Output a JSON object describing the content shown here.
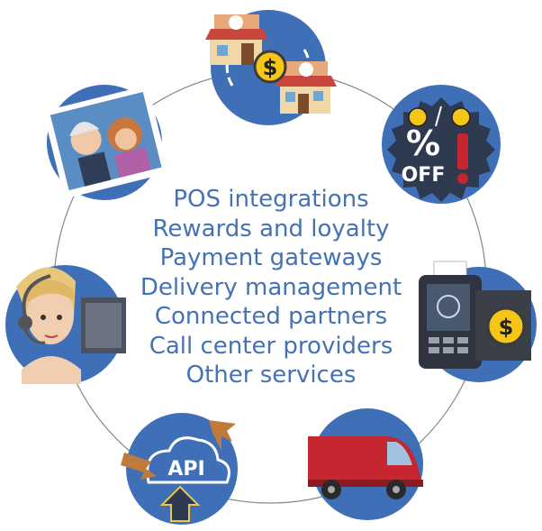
{
  "services": [
    "POS integrations",
    "Rewards and loyalty",
    "Payment gateways",
    "Delivery management",
    "Connected partners",
    "Call center providers",
    "Other services"
  ],
  "icons": {
    "restaurants": "restaurant-payments-icon",
    "discount": "discount-off-icon",
    "terminal": "payment-terminal-icon",
    "delivery": "delivery-van-icon",
    "api": "api-cloud-icon",
    "call_center": "call-center-agent-icon",
    "partners": "connected-partners-photo-icon"
  },
  "badges": {
    "percent_off": "%",
    "off_text": "OFF",
    "dollar": "$",
    "api_text": "API"
  },
  "colors": {
    "accent": "#4472b4",
    "circle_fill": "#3e6fb7",
    "ring_stroke": "#777777",
    "coin": "#f5c518",
    "van": "#c5262f"
  }
}
